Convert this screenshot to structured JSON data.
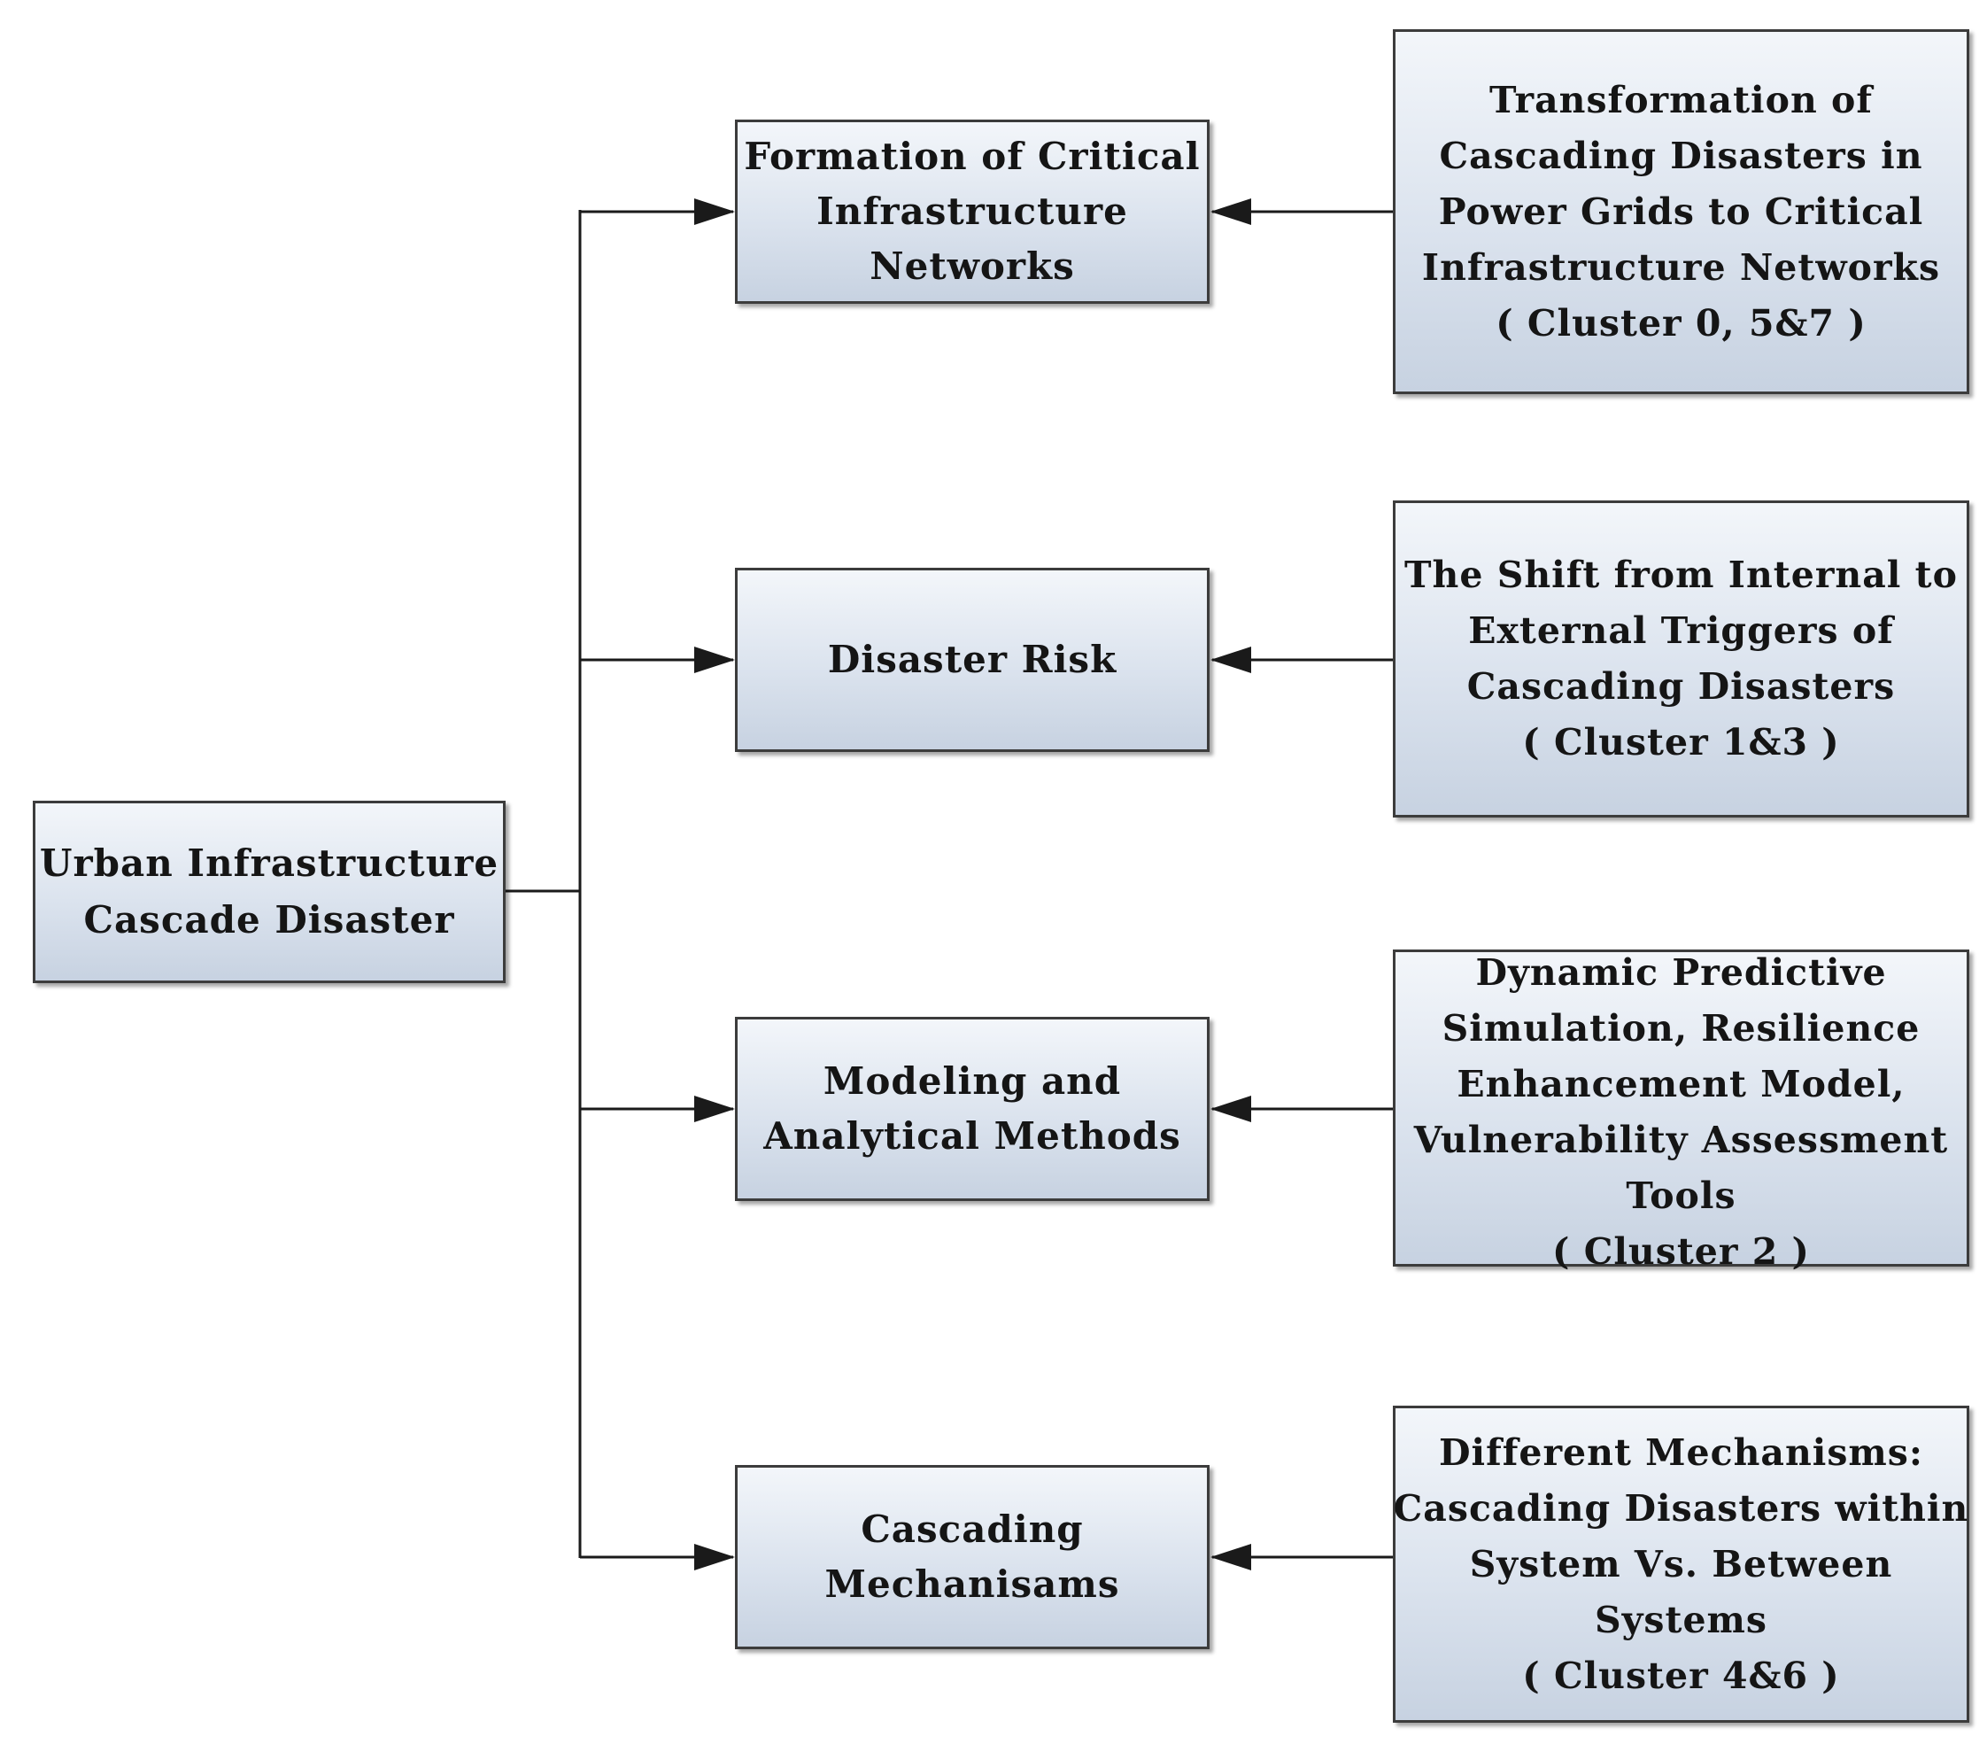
{
  "root": {
    "lines": [
      "Urban Infrastructure",
      "Cascade Disaster"
    ]
  },
  "themes": [
    {
      "lines": [
        "Formation of Critical",
        "Infrastructure",
        "Networks"
      ],
      "detail": [
        "Transformation of",
        "Cascading Disasters in",
        "Power Grids to Critical",
        "Infrastructure Networks",
        "( Cluster 0, 5&7 )"
      ]
    },
    {
      "lines": [
        "Disaster Risk"
      ],
      "detail": [
        "The Shift from Internal to",
        "External Triggers of",
        "Cascading Disasters",
        "( Cluster 1&3 )"
      ]
    },
    {
      "lines": [
        "Modeling and",
        "Analytical Methods"
      ],
      "detail": [
        "Dynamic Predictive",
        "Simulation, Resilience",
        "Enhancement Model,",
        "Vulnerability Assessment",
        "Tools",
        "( Cluster 2 )"
      ]
    },
    {
      "lines": [
        "Cascading",
        "Mechanisams"
      ],
      "detail": [
        "Different Mechanisms:",
        "Cascading Disasters within",
        "System Vs. Between",
        "Systems",
        "( Cluster 4&6 )"
      ]
    }
  ],
  "colors": {
    "box_border": "#3c3c3c",
    "box_fill_top": "#f3f6fa",
    "box_fill_bottom": "#c7d2e1",
    "connector": "#1a1a1a",
    "text": "#151515"
  }
}
